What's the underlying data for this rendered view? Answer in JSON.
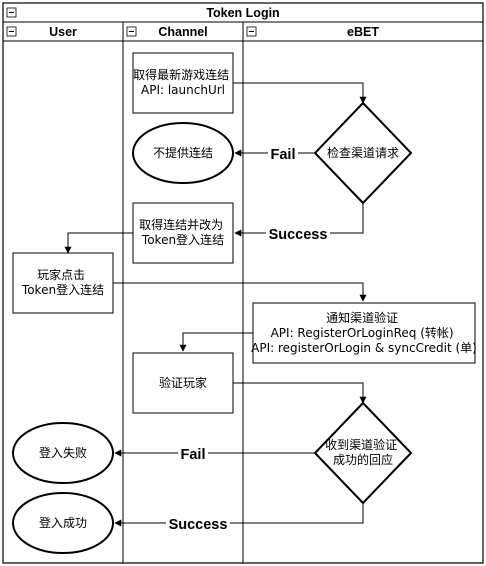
{
  "title": "Token Login",
  "lanes": [
    {
      "name": "User"
    },
    {
      "name": "Channel"
    },
    {
      "name": "eBET"
    }
  ],
  "nodes": {
    "get_link": {
      "lines": [
        "取得最新游戏连结",
        "API: launchUrl"
      ]
    },
    "check_request": {
      "lines": [
        "检查渠道请求"
      ]
    },
    "no_link": {
      "lines": [
        "不提供连结"
      ]
    },
    "get_token_link": {
      "lines": [
        "取得连结并改为",
        "Token登入连结"
      ]
    },
    "player_click": {
      "lines": [
        "玩家点击",
        "Token登入连结"
      ]
    },
    "notify_verify": {
      "lines": [
        "通知渠道验证",
        "API: RegisterOrLoginReq (转帐)",
        "API: registerOrLogin & syncCredit (单)"
      ]
    },
    "verify_player": {
      "lines": [
        "验证玩家"
      ]
    },
    "receive_reply": {
      "lines": [
        "收到渠道验证",
        "成功的回应"
      ]
    },
    "login_fail": {
      "lines": [
        "登入失败"
      ]
    },
    "login_success": {
      "lines": [
        "登入成功"
      ]
    }
  },
  "edge_labels": {
    "fail_1": "Fail",
    "success_1": "Success",
    "fail_2": "Fail",
    "success_2": "Success"
  }
}
